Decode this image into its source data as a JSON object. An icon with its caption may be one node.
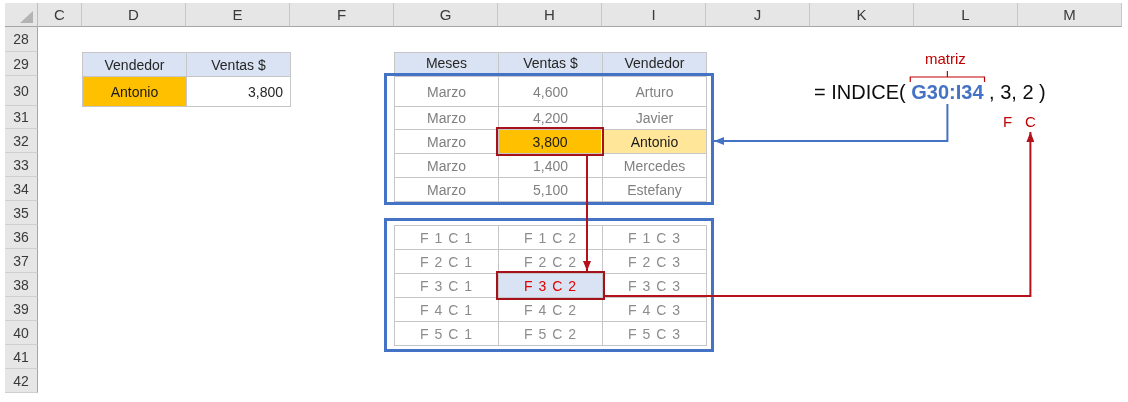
{
  "diagram": {
    "nodes": [
      {
        "text": [
          "Marzo",
          "4,600",
          "Arturo",
          "Marzo",
          "4,200",
          "Javier",
          "Marzo",
          "Antonio",
          "Marzo",
          "1,400",
          "Mercedes",
          "Marzo",
          "5,100",
          "Estefany"
        ]
      },
      {
        "text": [
          "3,800"
        ],
        "in": 0
      },
      {
        "text": [
          "= INDICE( **G30:I34** , 3, 2 )"
        ]
      },
      {
        "text": [
          "C"
        ]
      },
      {
        "text": [
          "F 1 C 1",
          "F 1 C 2",
          "F 1 C 3",
          "F 2 C 1",
          "F 2 C 2",
          "F 2 C 3",
          "F 3 C 1",
          "F 3 C 3",
          "F 4 C 1",
          "F 4 C 2",
          "F 4 C 3",
          "F 5 C 1",
          "F 5 C 2",
          "F 5 C 3"
        ]
      },
      {
        "text": [
          "F 3 C 2"
        ],
        "in": 4
      }
    ],
    "edges": [
      {
        "from": 1,
        "to": 5,
        "arrow": "to"
      },
      {
        "from": 2,
        "to": 0,
        "arrow": "to",
        "color": "#4472c4"
      },
      {
        "from": 5,
        "to": 3,
        "arrow": "to"
      }
    ],
    "labels": [
      "C",
      "D",
      "E",
      "F",
      "G",
      "H",
      "I",
      "J",
      "K",
      "L",
      "M",
      "28",
      "29",
      "30",
      "31",
      "32",
      "33",
      "34",
      "35",
      "36",
      "37",
      "38",
      "39",
      "40",
      "41",
      "42",
      "Vendedor",
      "Ventas $",
      "Meses",
      "Ventas $",
      "Vendedor",
      "matriz",
      "Antonio",
      "3,800",
      "F"
    ]
  }
}
